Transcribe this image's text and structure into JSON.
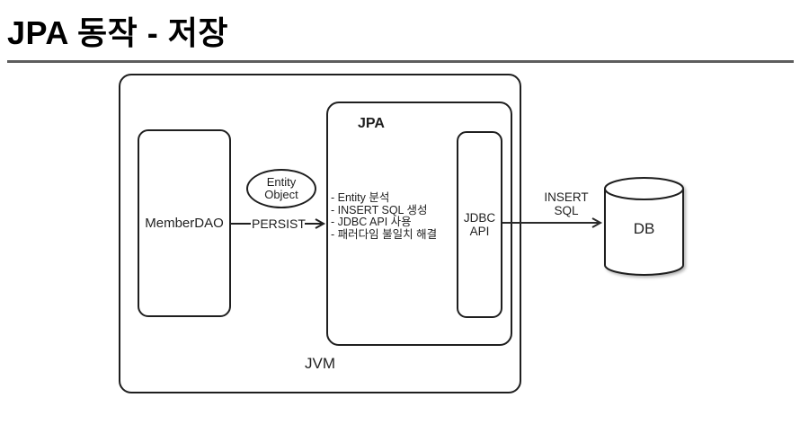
{
  "page": {
    "title": "JPA 동작 - 저장"
  },
  "diagram": {
    "jvm": {
      "label": "JVM"
    },
    "member_dao": {
      "label": "MemberDAO"
    },
    "entity_object": {
      "label_line1": "Entity",
      "label_line2": "Object"
    },
    "persist": {
      "label": "PERSIST"
    },
    "jpa": {
      "label": "JPA",
      "features": [
        "- Entity 분석",
        "- INSERT SQL 생성",
        "- JDBC API 사용",
        "- 패러다임 불일치 해결"
      ]
    },
    "jdbc_api": {
      "label_line1": "JDBC",
      "label_line2": "API"
    },
    "insert_sql": {
      "label_line1": "INSERT",
      "label_line2": "SQL"
    },
    "db": {
      "label": "DB"
    }
  },
  "colors": {
    "stroke": "#1f1f1f",
    "title_rule": "#5d5d5d",
    "background": "#ffffff"
  }
}
